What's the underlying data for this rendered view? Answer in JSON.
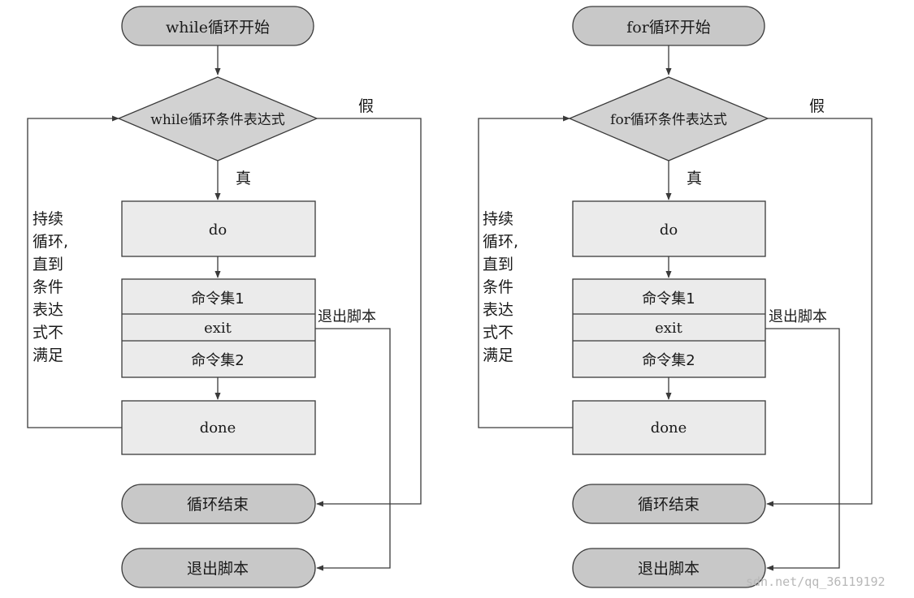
{
  "colors": {
    "terminal_fill": "#c8c8c8",
    "process_fill": "#ebebeb",
    "decision_fill": "#d2d2d2",
    "stroke": "#3a3a3a",
    "background": "#ffffff"
  },
  "while_flow": {
    "start": "while循环开始",
    "condition": "while循环条件表达式",
    "true_label": "真",
    "false_label": "假",
    "do": "do",
    "cmd1": "命令集1",
    "exit": "exit",
    "cmd2": "命令集2",
    "done": "done",
    "loop_end": "循环结束",
    "exit_script_label": "退出脚本",
    "exit_script": "退出脚本",
    "loop_note": [
      "持续",
      "循环,",
      "直到",
      "条件",
      "表达",
      "式不",
      "满足"
    ]
  },
  "for_flow": {
    "start": "for循环开始",
    "condition": "for循环条件表达式",
    "true_label": "真",
    "false_label": "假",
    "do": "do",
    "cmd1": "命令集1",
    "exit": "exit",
    "cmd2": "命令集2",
    "done": "done",
    "loop_end": "循环结束",
    "exit_script_label": "退出脚本",
    "exit_script": "退出脚本",
    "loop_note": [
      "持续",
      "循环,",
      "直到",
      "条件",
      "表达",
      "式不",
      "满足"
    ]
  },
  "watermark": "sdn.net/qq_36119192"
}
